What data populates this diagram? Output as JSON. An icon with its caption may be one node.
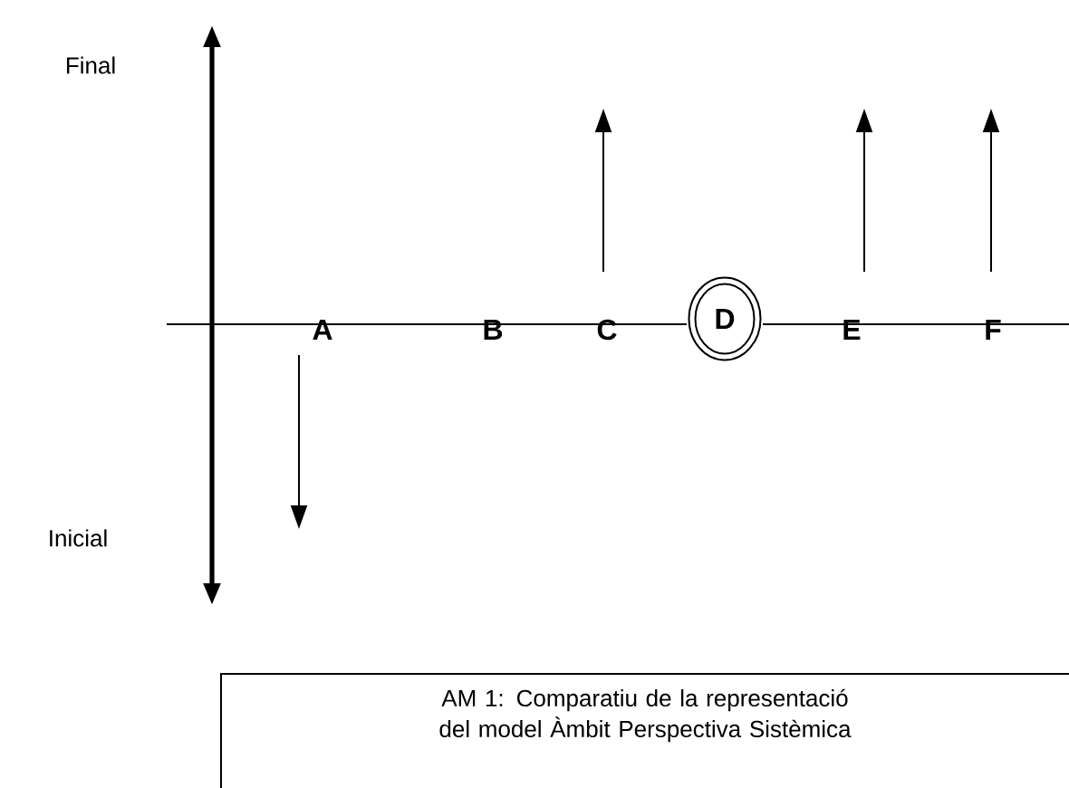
{
  "diagram": {
    "caption": "AM 1: Comparatiu de la representació del model Àmbit Perspectiva Sistèmica",
    "nodes": [
      {
        "text": [
          "D"
        ]
      }
    ],
    "labels": [
      "Final",
      "A",
      "B",
      "C",
      "E",
      "F",
      "Inicial"
    ]
  }
}
